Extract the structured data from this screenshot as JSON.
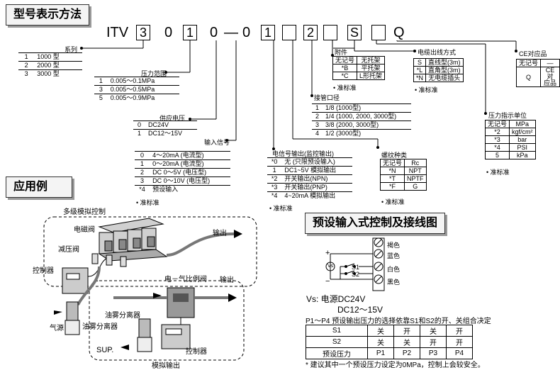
{
  "sections": {
    "model": "型号表示方法",
    "application": "应用例",
    "preset": "预设输入式控制及接线图"
  },
  "code": {
    "prefix": "ITV",
    "d1": "3",
    "d2": "0",
    "d3": "1",
    "d4": "0",
    "dash": "—",
    "d5": "0",
    "d6": "1",
    "d7": "",
    "d8": "2",
    "d9": "",
    "d10": "S",
    "d11": "",
    "d12": "Q"
  },
  "series": {
    "label": "系列",
    "rows": [
      [
        "1",
        "1000 型"
      ],
      [
        "2",
        "2000 型"
      ],
      [
        "3",
        "3000 型"
      ]
    ]
  },
  "pressure": {
    "label": "压力范围",
    "rows": [
      [
        "1",
        "0.005～0.1MPa"
      ],
      [
        "3",
        "0.005～0.5MPa"
      ],
      [
        "5",
        "0.005～0.9MPa"
      ]
    ]
  },
  "voltage": {
    "label": "供应电压",
    "rows": [
      [
        "0",
        "DC24V"
      ],
      [
        "1",
        "DC12～15V"
      ]
    ]
  },
  "input": {
    "label": "输入信号",
    "rows": [
      [
        "0",
        "4～20mA (电流型)"
      ],
      [
        "1",
        "0～20mA (电流型)"
      ],
      [
        "2",
        "DC 0～5V (电压型)"
      ],
      [
        "3",
        "DC 0～10V (电压型)"
      ],
      [
        "*4",
        "预设输入"
      ]
    ],
    "note": "• 准标准"
  },
  "output": {
    "label": "电信号输出(监控输出)",
    "rows": [
      [
        "*0",
        "无 (只限预设输入)"
      ],
      [
        "1",
        "DC1~5V 模拟输出"
      ],
      [
        "*2",
        "开关输出(NPN)"
      ],
      [
        "*3",
        "开关输出(PNP)"
      ],
      [
        "*4",
        "4~20mA 模拟输出"
      ]
    ],
    "note": "• 准标准"
  },
  "port": {
    "label": "接管口径",
    "rows": [
      [
        "1",
        "1/8 (1000型)"
      ],
      [
        "2",
        "1/4 (1000, 2000, 3000型)"
      ],
      [
        "3",
        "3/8 (2000, 3000型)"
      ],
      [
        "4",
        "1/2 (3000型)"
      ]
    ]
  },
  "thread": {
    "label": "螺纹种类",
    "rows": [
      [
        "无记号",
        "Rc"
      ],
      [
        "*N",
        "NPT"
      ],
      [
        "*T",
        "NPTF"
      ],
      [
        "*F",
        "G"
      ]
    ],
    "note": "• 准标准"
  },
  "bracket": {
    "label": "附件",
    "rows": [
      [
        "无记号",
        "无托架"
      ],
      [
        "*B",
        "平托架"
      ],
      [
        "*C",
        "L形托架"
      ]
    ],
    "note": "• 准标准"
  },
  "cable": {
    "label": "电缆出线方式",
    "rows": [
      [
        "S",
        "直线型(3m)"
      ],
      [
        "*L",
        "直角型(3m)"
      ],
      [
        "*N",
        "无电缆插头"
      ]
    ],
    "note": "• 准标准"
  },
  "ce": {
    "label": "CE对应品",
    "rows": [
      [
        "无记号",
        "—"
      ],
      [
        "Q",
        "CE对\n应品"
      ]
    ]
  },
  "unit": {
    "label": "压力指示单位",
    "rows": [
      [
        "无记号",
        "MPa"
      ],
      [
        "*2",
        "kgf/cm²"
      ],
      [
        "*3",
        "bar"
      ],
      [
        "*4",
        "PSI"
      ],
      [
        "5",
        "kPa"
      ]
    ],
    "note": "• 准标准"
  },
  "app": {
    "multi": "多级模拟控制",
    "solenoid": "电磁阀",
    "reducer": "减压阀",
    "controller": "控制器",
    "out1": "输出",
    "ep": "电－气比例阀",
    "out2": "输出",
    "mist1": "油雾分离器",
    "source": "气源",
    "mist2": "油雾分离器",
    "sup": "SUP.",
    "controller2": "控制器",
    "analog": "模拟输出"
  },
  "wiring": {
    "brown": "褐色",
    "blue": "蓝色",
    "white": "白色",
    "black": "黑色",
    "vs": "Vs",
    "s1": "S1",
    "s2": "S2",
    "plus": "+",
    "minus": "−",
    "vs_text1": "Vs: 电源DC24V",
    "vs_text2": "DC12～15V"
  },
  "preset_desc": "P1～P4 预设输出压力的选择依靠S1和S2的开、关组合决定",
  "preset_table": {
    "rows": [
      [
        "S1",
        "关",
        "开",
        "关",
        "开"
      ],
      [
        "S2",
        "关",
        "关",
        "开",
        "开"
      ],
      [
        "预设压力",
        "P1",
        "P2",
        "P3",
        "P4"
      ]
    ]
  },
  "footnote": "* 建议其中一个预设压力设定为0MPa，控制上会较安全。"
}
